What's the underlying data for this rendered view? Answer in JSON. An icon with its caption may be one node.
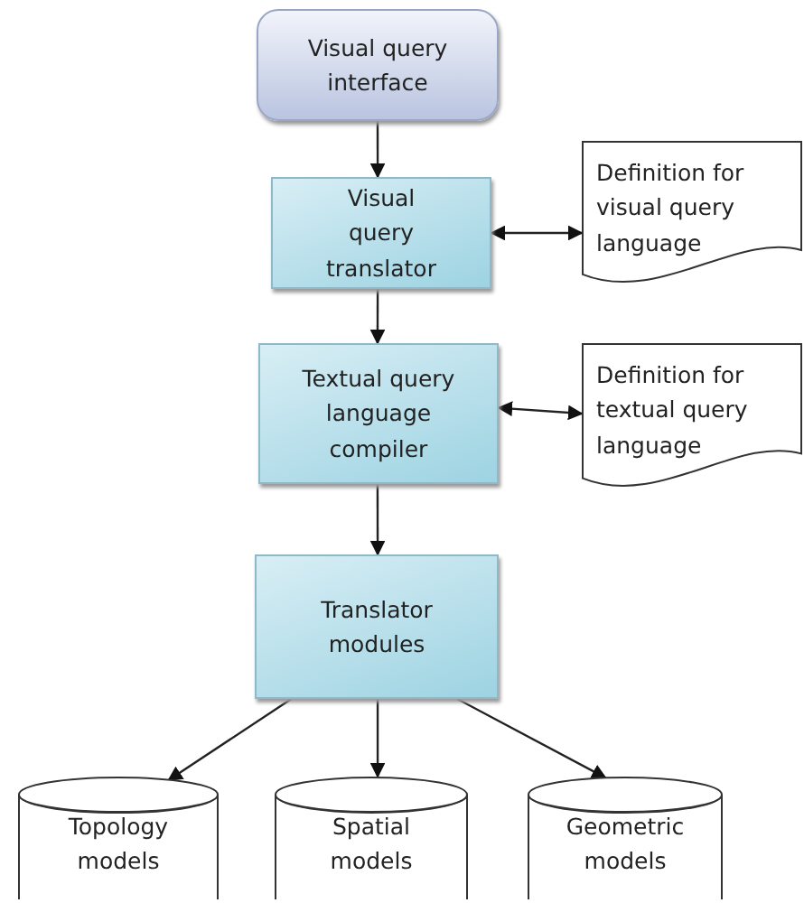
{
  "diagram": {
    "nodes": [
      {
        "text": [
          "Visual query interface"
        ]
      },
      {
        "text": [
          "Visual query translator"
        ]
      },
      {
        "text": [
          "Definition for visual query language"
        ]
      },
      {
        "text": [
          "Textual query language compiler"
        ]
      },
      {
        "text": [
          "Definition for textual query language"
        ]
      },
      {
        "text": [
          "Translator modules"
        ]
      },
      {
        "text": [
          "Topology models"
        ]
      },
      {
        "text": [
          "Spatial models"
        ]
      },
      {
        "text": [
          "Geometric models"
        ]
      }
    ],
    "edges": [
      {
        "from": 0,
        "to": 1,
        "arrow": "to"
      },
      {
        "from": 1,
        "to": 2,
        "arrow": "both"
      },
      {
        "from": 1,
        "to": 3,
        "arrow": "to"
      },
      {
        "from": 3,
        "to": 4,
        "arrow": "both"
      },
      {
        "from": 3,
        "to": 5,
        "arrow": "to"
      },
      {
        "from": 5,
        "to": 6,
        "arrow": "to"
      },
      {
        "from": 5,
        "to": 7,
        "arrow": "to"
      },
      {
        "from": 5,
        "to": 8,
        "arrow": "to"
      }
    ]
  }
}
